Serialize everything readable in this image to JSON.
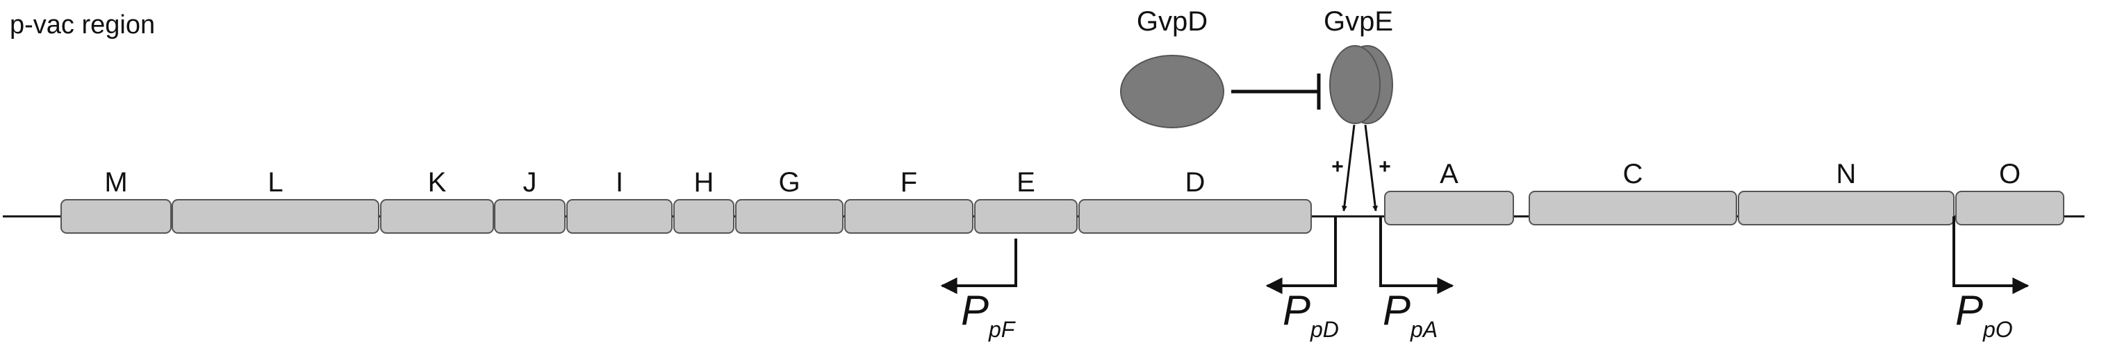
{
  "region_label": "p-vac region",
  "genes": [
    "M",
    "L",
    "K",
    "J",
    "I",
    "H",
    "G",
    "F",
    "E",
    "D",
    "A",
    "C",
    "N",
    "O"
  ],
  "proteins": {
    "gvpd": "GvpD",
    "gvpe": "GvpE"
  },
  "activation_signs": [
    "+",
    "+"
  ],
  "promoters": [
    {
      "letter": "P",
      "sub": "pF"
    },
    {
      "letter": "P",
      "sub": "pD"
    },
    {
      "letter": "P",
      "sub": "pA"
    },
    {
      "letter": "P",
      "sub": "pO"
    }
  ],
  "colors": {
    "gene_fill": "#c8c8c8",
    "protein_fill": "#7b7b7b",
    "line": "#111111"
  }
}
